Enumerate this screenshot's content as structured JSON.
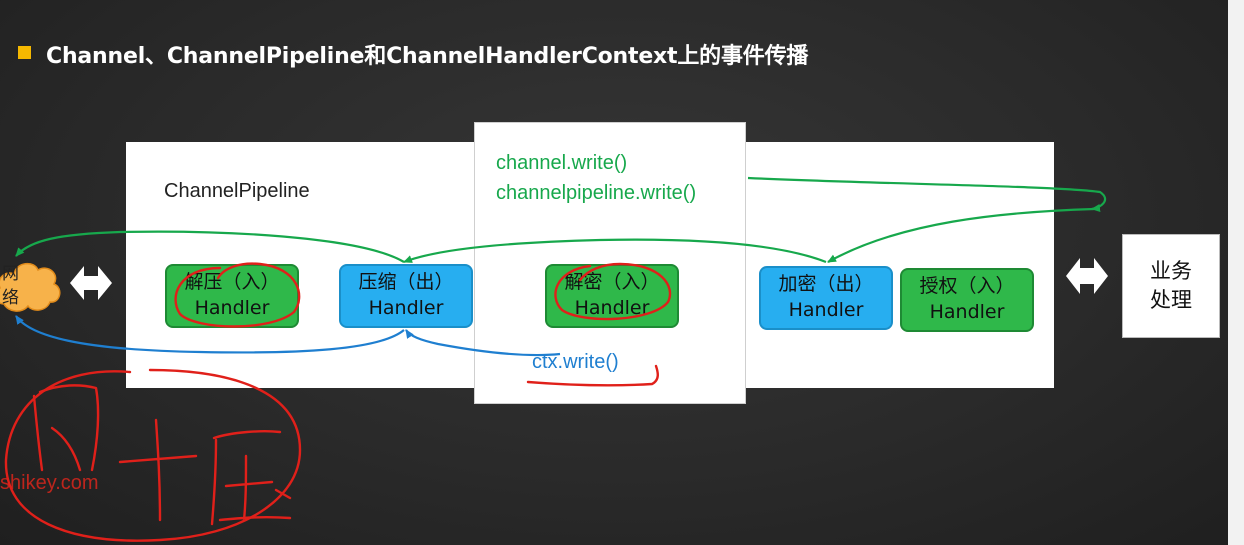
{
  "title": "Channel、ChannelPipeline和ChannelHandlerContext上的事件传播",
  "pipeline_label": "ChannelPipeline",
  "network": {
    "line1": "网",
    "line2": "络"
  },
  "business": {
    "line1": "业务",
    "line2": "处理"
  },
  "code": {
    "channel_write": "channel.write()",
    "pipeline_write": "channelpipeline.write()",
    "ctx_write": "ctx.write()"
  },
  "handlers": [
    {
      "line1": "解压（入）",
      "line2": "Handler",
      "kind": "inbound"
    },
    {
      "line1": "压缩（出）",
      "line2": "Handler",
      "kind": "outbound"
    },
    {
      "line1": "解密（入）",
      "line2": "Handler",
      "kind": "inbound"
    },
    {
      "line1": "加密（出）",
      "line2": "Handler",
      "kind": "outbound"
    },
    {
      "line1": "授权（入）",
      "line2": "Handler",
      "kind": "inbound"
    }
  ],
  "watermark": "shikey.com",
  "colors": {
    "inbound": "#2fb84a",
    "outbound": "#27aef0",
    "green_flow": "#17a84c",
    "blue_flow": "#1f7fd0",
    "annotation": "#e0201a",
    "title_bullet": "#f5b800"
  },
  "icons": {
    "network": "cloud-icon",
    "bidirectional": "double-arrow-icon"
  }
}
